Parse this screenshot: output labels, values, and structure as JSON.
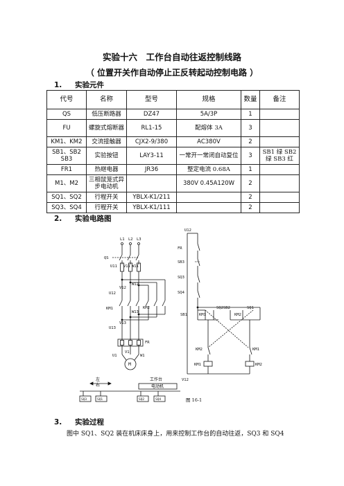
{
  "doc": {
    "title": "实验十六　工作台自动往返控制线路",
    "subtitle": "（ 位置开关作自动停止正反转起动控制电路 ）",
    "section1": {
      "num": "1.",
      "label": "实验元件"
    },
    "section2": {
      "num": "2.",
      "label": "实验电路图"
    },
    "section3": {
      "num": "3.",
      "label": "实验过程"
    },
    "paragraph": "图中 SQ1、SQ2 装在机床床身上，用来控制工作台的自动往返，SQ3 和 SQ4"
  },
  "table": {
    "headers": [
      "代号",
      "名称",
      "型号",
      "规格",
      "数量",
      "备注"
    ],
    "rows": [
      [
        "QS",
        "低压断路器",
        "DZ47",
        "5A/3P",
        "1",
        ""
      ],
      [
        "FU",
        "螺旋式熔断器",
        "RL1-15",
        "配熔体 3A",
        "3",
        ""
      ],
      [
        "KM1、KM2",
        "交流接触器",
        "CJX2-9/380",
        "AC380V",
        "2",
        ""
      ],
      [
        "SB1、SB2 SB3",
        "实验按钮",
        "LAY3-11",
        "一常开一常闭自动复位",
        "3",
        "SB1 绿 SB2 绿 SB3 红"
      ],
      [
        "FR1",
        "热继电器",
        "JR36",
        "整定电流 0.68A",
        "1",
        ""
      ],
      [
        "M1、M2",
        "三相鼠笼式异步电动机",
        "",
        "380V 0.45A120W",
        "2",
        ""
      ],
      [
        "SQ1、SQ2",
        "行程开关",
        "YBLX-K1/211",
        "",
        "2",
        ""
      ],
      [
        "SQ3、SQ4",
        "行程开关",
        "YBLX-K1/111",
        "",
        "2",
        ""
      ]
    ]
  },
  "diagram": {
    "phases": [
      "L1",
      "L2",
      "L3"
    ],
    "qs": "QS",
    "u11": "U11",
    "v11": "V11",
    "w11": "W11",
    "v12": "V12",
    "u12": "U12",
    "w12": "W12",
    "v13": "V13",
    "w13": "W13",
    "u13": "U13",
    "km1": "KM1",
    "km2": "KM2",
    "fr": "FR",
    "u1": "U1",
    "v1": "V1",
    "w1": "W1",
    "motor": "M",
    "ctrl_top": "U12",
    "ctrl_bottom": "V12",
    "sb3": "SB3",
    "sq3": "SQ3",
    "sq4": "SQ4",
    "sb1": "SB1",
    "sq2": "SQ2",
    "sb2": "SB2",
    "sq1": "SQ1",
    "left_label": "左",
    "right_label": "右",
    "table_label": "工作台",
    "motor_label": "电动机",
    "caption": "图 16-1"
  }
}
